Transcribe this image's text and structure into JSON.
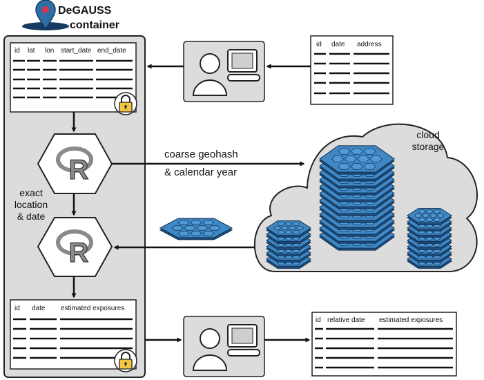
{
  "container": {
    "title_line1": "DeGAUSS",
    "title_line2": "container"
  },
  "input_table": {
    "columns": [
      "id",
      "date",
      "address"
    ]
  },
  "geocoded_table": {
    "columns": [
      "id",
      "lat",
      "lon",
      "start_date",
      "end_date"
    ]
  },
  "output_table": {
    "columns": [
      "id",
      "date",
      "estimated exposures"
    ]
  },
  "final_table": {
    "columns": [
      "id",
      "relative date",
      "estimated exposures"
    ]
  },
  "labels": {
    "request_line1": "coarse geohash",
    "request_line2": "& calendar year",
    "local_line1": "exact",
    "local_line2": "location",
    "local_line3": "& date",
    "cloud_line1": "cloud",
    "cloud_line2": "storage"
  },
  "icons": [
    "map-pin-icon",
    "lock-icon",
    "r-logo-icon",
    "user-computer-icon",
    "cloud-icon",
    "hexagon-tile-stack-icon"
  ],
  "colors": {
    "container_fill": "#dcdcdc",
    "hex_tile": "#3f88c5",
    "hex_tile_dark": "#1d4f80",
    "lock": "#f2c640",
    "pin": "#2e6ea5",
    "pin_dot": "#d7354a"
  }
}
